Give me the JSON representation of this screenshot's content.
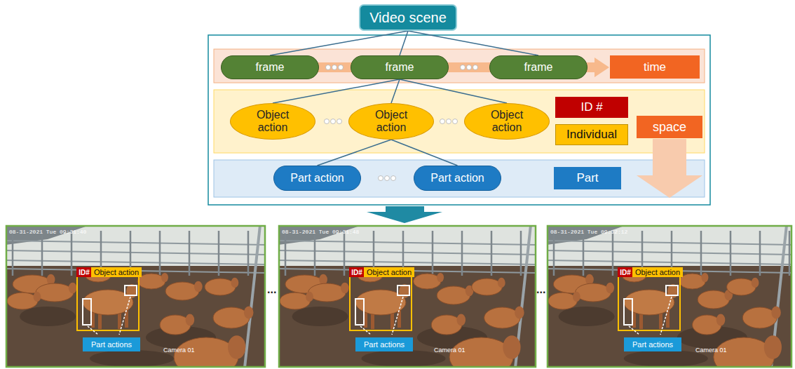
{
  "diagram": {
    "nodes": [
      {
        "text": [
          "Video scene"
        ]
      },
      {
        "text": [
          "frame"
        ]
      },
      {
        "text": [
          "frame"
        ]
      },
      {
        "text": [
          "frame"
        ]
      },
      {
        "text": [
          "time"
        ]
      },
      {
        "text": [
          "Object action"
        ]
      },
      {
        "text": [
          "Object action"
        ]
      },
      {
        "text": [
          "Object action"
        ]
      },
      {
        "text": [
          "ID #"
        ]
      },
      {
        "text": [
          "Individual"
        ]
      },
      {
        "text": [
          "space"
        ]
      },
      {
        "text": [
          "Part action"
        ]
      },
      {
        "text": [
          "Part action"
        ]
      },
      {
        "text": [
          "Part"
        ]
      },
      {
        "text": [
          "ID#"
        ]
      },
      {
        "text": [
          "Object action"
        ]
      },
      {
        "text": [
          "Part actions"
        ]
      },
      {
        "text": [
          "ID#"
        ]
      },
      {
        "text": [
          "Object action"
        ]
      },
      {
        "text": [
          "Part actions"
        ]
      },
      {
        "text": [
          "ID#"
        ]
      },
      {
        "text": [
          "Object action"
        ]
      },
      {
        "text": [
          "Part actions"
        ]
      }
    ],
    "edges": [
      {
        "from": 0,
        "to": 1,
        "arrow": "none"
      },
      {
        "from": 0,
        "to": 2,
        "arrow": "none"
      },
      {
        "from": 0,
        "to": 3,
        "arrow": "none"
      },
      {
        "from": 2,
        "to": 5,
        "arrow": "none"
      },
      {
        "from": 2,
        "to": 6,
        "arrow": "none"
      },
      {
        "from": 2,
        "to": 7,
        "arrow": "none"
      },
      {
        "from": 6,
        "to": 11,
        "arrow": "none"
      },
      {
        "from": 6,
        "to": 12,
        "arrow": "none"
      }
    ],
    "labels": [
      "08-31-2021 Tue 09:31:40",
      "Camera 01",
      "...",
      "08-31-2021 Tue 09:31:48",
      "Camera 01",
      "...",
      "08-31-2021 Tue 09:32:12",
      "Camera 01"
    ]
  }
}
